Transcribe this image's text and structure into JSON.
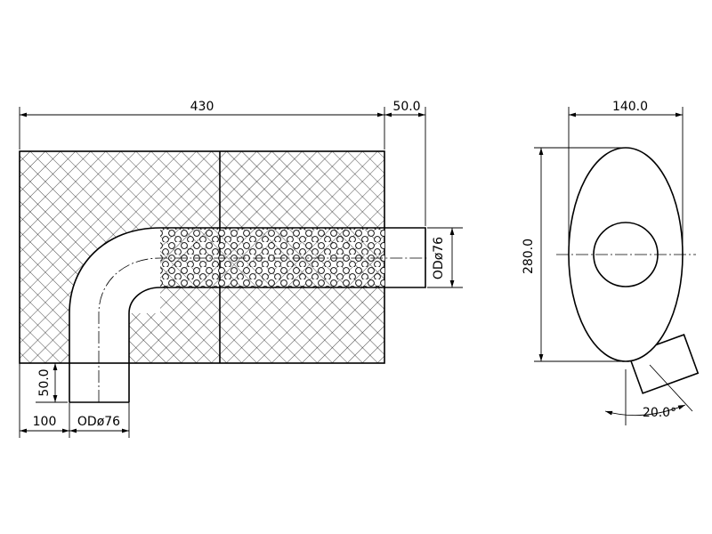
{
  "dimensions": {
    "length": "430",
    "outlet_extension": "50.0",
    "width": "140.0",
    "height": "280.0",
    "inlet_height": "50.0",
    "inlet_offset": "100",
    "inlet_diameter": "ODø76",
    "outlet_diameter": "ODø76",
    "angle": "20.0°"
  }
}
